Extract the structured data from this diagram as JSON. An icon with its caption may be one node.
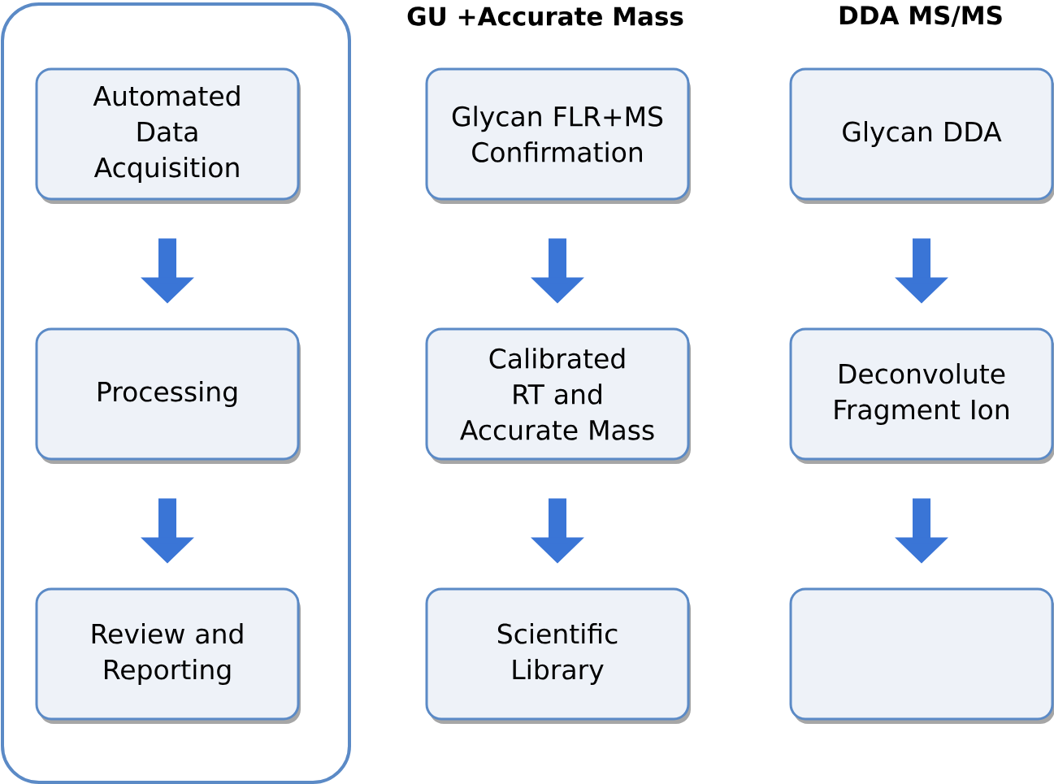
{
  "diagram": {
    "nodes": [
      {
        "text": [],
        "shape": "box"
      },
      {
        "text": [
          "Automated Data Acquisition"
        ],
        "in": 0
      },
      {
        "text": [
          "Processing"
        ],
        "in": 0
      },
      {
        "text": [
          "Review and Reporting"
        ],
        "in": 0
      },
      {
        "text": [
          "Glycan FLR+MS Confirmation"
        ]
      },
      {
        "text": [
          "Calibrated RT and Accurate Mass"
        ]
      },
      {
        "text": [
          "Scientific Library"
        ]
      },
      {
        "text": [
          "Glycan DDA"
        ]
      },
      {
        "text": [
          "Deconvolute Fragment Ion"
        ]
      },
      {
        "text": [],
        "shape": "box"
      }
    ],
    "edges": [
      {
        "from": 1,
        "to": 2,
        "arrow": "to"
      },
      {
        "from": 2,
        "to": 3,
        "arrow": "to"
      },
      {
        "from": 4,
        "to": 5,
        "arrow": "to"
      },
      {
        "from": 5,
        "to": 6,
        "arrow": "to"
      },
      {
        "from": 7,
        "to": 8,
        "arrow": "to"
      },
      {
        "from": 8,
        "to": 9,
        "arrow": "to"
      }
    ],
    "labels": [
      "GU +Accurate Mass",
      "DDA MS/MS"
    ]
  }
}
